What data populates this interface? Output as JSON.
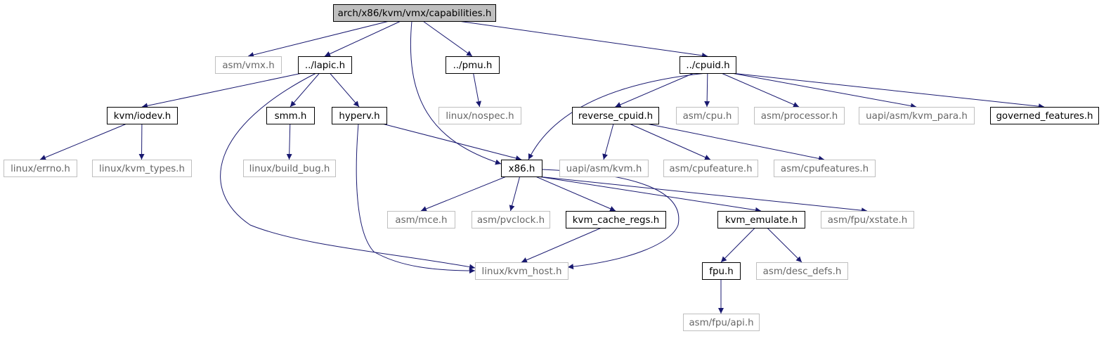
{
  "colors": {
    "edge": "#191970",
    "root_fill": "#bfbfbf",
    "documented_border": "#000000",
    "undocumented_border": "#bfbfbf",
    "documented_text": "#000000",
    "undocumented_text": "#666666"
  },
  "nodes": {
    "root": {
      "label": "arch/x86/kvm/vmx/capabilities.h",
      "kind": "root"
    },
    "asm_vmx": {
      "label": "asm/vmx.h",
      "kind": "external"
    },
    "lapic": {
      "label": "../lapic.h",
      "kind": "documented"
    },
    "pmu": {
      "label": "../pmu.h",
      "kind": "documented"
    },
    "cpuid": {
      "label": "../cpuid.h",
      "kind": "documented"
    },
    "kvm_iodev": {
      "label": "kvm/iodev.h",
      "kind": "documented"
    },
    "smm": {
      "label": "smm.h",
      "kind": "documented"
    },
    "hyperv": {
      "label": "hyperv.h",
      "kind": "documented"
    },
    "linux_nospec": {
      "label": "linux/nospec.h",
      "kind": "external"
    },
    "reverse_cpuid": {
      "label": "reverse_cpuid.h",
      "kind": "documented"
    },
    "asm_cpu": {
      "label": "asm/cpu.h",
      "kind": "external"
    },
    "asm_processor": {
      "label": "asm/processor.h",
      "kind": "external"
    },
    "uapi_kvm_para": {
      "label": "uapi/asm/kvm_para.h",
      "kind": "external"
    },
    "governed": {
      "label": "governed_features.h",
      "kind": "documented"
    },
    "linux_errno": {
      "label": "linux/errno.h",
      "kind": "external"
    },
    "linux_kvm_types": {
      "label": "linux/kvm_types.h",
      "kind": "external"
    },
    "linux_build_bug": {
      "label": "linux/build_bug.h",
      "kind": "external"
    },
    "x86": {
      "label": "x86.h",
      "kind": "documented"
    },
    "uapi_asm_kvm": {
      "label": "uapi/asm/kvm.h",
      "kind": "external"
    },
    "asm_cpufeature": {
      "label": "asm/cpufeature.h",
      "kind": "external"
    },
    "asm_cpufeatures": {
      "label": "asm/cpufeatures.h",
      "kind": "external"
    },
    "asm_mce": {
      "label": "asm/mce.h",
      "kind": "external"
    },
    "asm_pvclock": {
      "label": "asm/pvclock.h",
      "kind": "external"
    },
    "kvm_cache_regs": {
      "label": "kvm_cache_regs.h",
      "kind": "documented"
    },
    "kvm_emulate": {
      "label": "kvm_emulate.h",
      "kind": "documented"
    },
    "asm_fpu_xstate": {
      "label": "asm/fpu/xstate.h",
      "kind": "external"
    },
    "linux_kvm_host": {
      "label": "linux/kvm_host.h",
      "kind": "external"
    },
    "fpu": {
      "label": "fpu.h",
      "kind": "documented"
    },
    "asm_desc_defs": {
      "label": "asm/desc_defs.h",
      "kind": "external"
    },
    "asm_fpu_api": {
      "label": "asm/fpu/api.h",
      "kind": "external"
    }
  },
  "edges": [
    [
      "root",
      "asm_vmx"
    ],
    [
      "root",
      "lapic"
    ],
    [
      "root",
      "x86"
    ],
    [
      "root",
      "pmu"
    ],
    [
      "root",
      "cpuid"
    ],
    [
      "lapic",
      "kvm_iodev"
    ],
    [
      "lapic",
      "linux_kvm_host"
    ],
    [
      "lapic",
      "smm"
    ],
    [
      "lapic",
      "hyperv"
    ],
    [
      "pmu",
      "linux_nospec"
    ],
    [
      "cpuid",
      "x86"
    ],
    [
      "cpuid",
      "reverse_cpuid"
    ],
    [
      "cpuid",
      "asm_cpu"
    ],
    [
      "cpuid",
      "asm_processor"
    ],
    [
      "cpuid",
      "uapi_kvm_para"
    ],
    [
      "cpuid",
      "governed"
    ],
    [
      "kvm_iodev",
      "linux_errno"
    ],
    [
      "kvm_iodev",
      "linux_kvm_types"
    ],
    [
      "smm",
      "linux_build_bug"
    ],
    [
      "hyperv",
      "x86"
    ],
    [
      "hyperv",
      "linux_kvm_host"
    ],
    [
      "reverse_cpuid",
      "uapi_asm_kvm"
    ],
    [
      "reverse_cpuid",
      "asm_cpufeature"
    ],
    [
      "reverse_cpuid",
      "asm_cpufeatures"
    ],
    [
      "x86",
      "asm_mce"
    ],
    [
      "x86",
      "asm_pvclock"
    ],
    [
      "x86",
      "kvm_cache_regs"
    ],
    [
      "x86",
      "linux_kvm_host"
    ],
    [
      "x86",
      "kvm_emulate"
    ],
    [
      "x86",
      "asm_fpu_xstate"
    ],
    [
      "kvm_cache_regs",
      "linux_kvm_host"
    ],
    [
      "kvm_emulate",
      "fpu"
    ],
    [
      "kvm_emulate",
      "asm_desc_defs"
    ],
    [
      "fpu",
      "asm_fpu_api"
    ]
  ]
}
